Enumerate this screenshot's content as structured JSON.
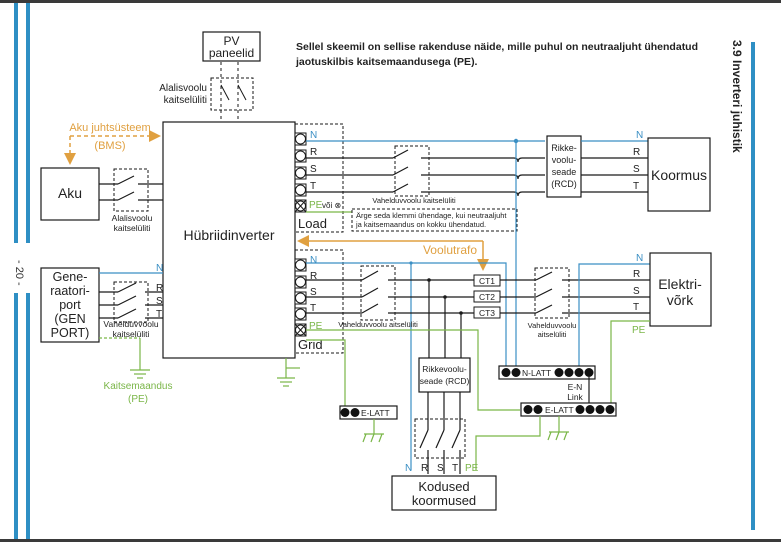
{
  "page": {
    "intro_text": "Sellel skeemil on sellise rakenduse näide, mille puhul on neutraaljuht ühendatud jaotuskilbis kaitsemaandusega (PE).",
    "section_title": "3.9 Inverteri juhistik",
    "page_number": "- 20 -"
  },
  "colors": {
    "neutral_wire": "#3b8fc4",
    "pe_wire": "#7ab648",
    "bms_arrow": "#e0a040",
    "page_accent": "#2e8fc4",
    "line": "#1a1a1a"
  },
  "diagram": {
    "pv": {
      "label_line1": "PV",
      "label_line2": "paneelid"
    },
    "dc_breaker_pv": {
      "label_line1": "Alalisvoolu",
      "label_line2": "kaitselüliti"
    },
    "bms": {
      "label_line1": "Aku juhtsüsteem",
      "label_line2": "(BMS)"
    },
    "battery": {
      "label": "Aku"
    },
    "dc_breaker_battery": {
      "label_line1": "Alalisvoolu",
      "label_line2": "kaitselüliti"
    },
    "inverter": {
      "label": "Hübriidinverter"
    },
    "generator": {
      "label_lines": [
        "Gene-",
        "raatori-",
        "port",
        "(GEN",
        "PORT)"
      ]
    },
    "gen_breaker": {
      "label_line1": "Vahelduvvoolu",
      "label_line2": "kaitselüliti"
    },
    "gen_terminals": [
      "N",
      "R",
      "S",
      "T"
    ],
    "ground_pe": {
      "label_line1": "Kaitsemaandus",
      "label_line2": "(PE)"
    },
    "load_port": {
      "name": "Load",
      "terminals": [
        "N",
        "R",
        "S",
        "T"
      ],
      "pe_label": "PE",
      "pe_suffix": "või ⊗",
      "breaker_label": "Vahelduvvoolu kaitselüliti",
      "warning_line1": "Ärge seda klemmi ühendage, kui neutraaljuht",
      "warning_line2": "ja kaitsemaandus on kokku ühendatud."
    },
    "load_rcd": {
      "label_lines": [
        "Rikke-",
        "voolu-",
        "seade",
        "(RCD)"
      ]
    },
    "load": {
      "label": "Koormus",
      "terminals": [
        "N",
        "R",
        "S",
        "T"
      ]
    },
    "ct_label": "Voolutrafo",
    "cts": [
      "CT1",
      "CT2",
      "CT3"
    ],
    "grid_port": {
      "name": "Grid",
      "terminals": [
        "N",
        "R",
        "S",
        "T",
        "PE"
      ],
      "breaker_label": "Vahelduvvoolu aitselüliti"
    },
    "grid_breaker": {
      "label_line1": "Vahelduvvoolu",
      "label_line2": "aitselüliti"
    },
    "grid": {
      "label_line1": "Elektri-",
      "label_line2": "võrk",
      "terminals": [
        "N",
        "R",
        "S",
        "T",
        "PE"
      ]
    },
    "n_bar": {
      "label": "N-LATT"
    },
    "en_link": {
      "label_line1": "E-N",
      "label_line2": "Link"
    },
    "e_bar_main": {
      "label": "E-LATT"
    },
    "e_bar_small": {
      "label": "E-LATT"
    },
    "home_rcd": {
      "label_line1": "Rikkevoolu-",
      "label_line2": "seade (RCD)"
    },
    "home_loads": {
      "label_line1": "Kodused",
      "label_line2": "koormused",
      "terminals": [
        "N",
        "R",
        "S",
        "T",
        "PE"
      ]
    }
  }
}
